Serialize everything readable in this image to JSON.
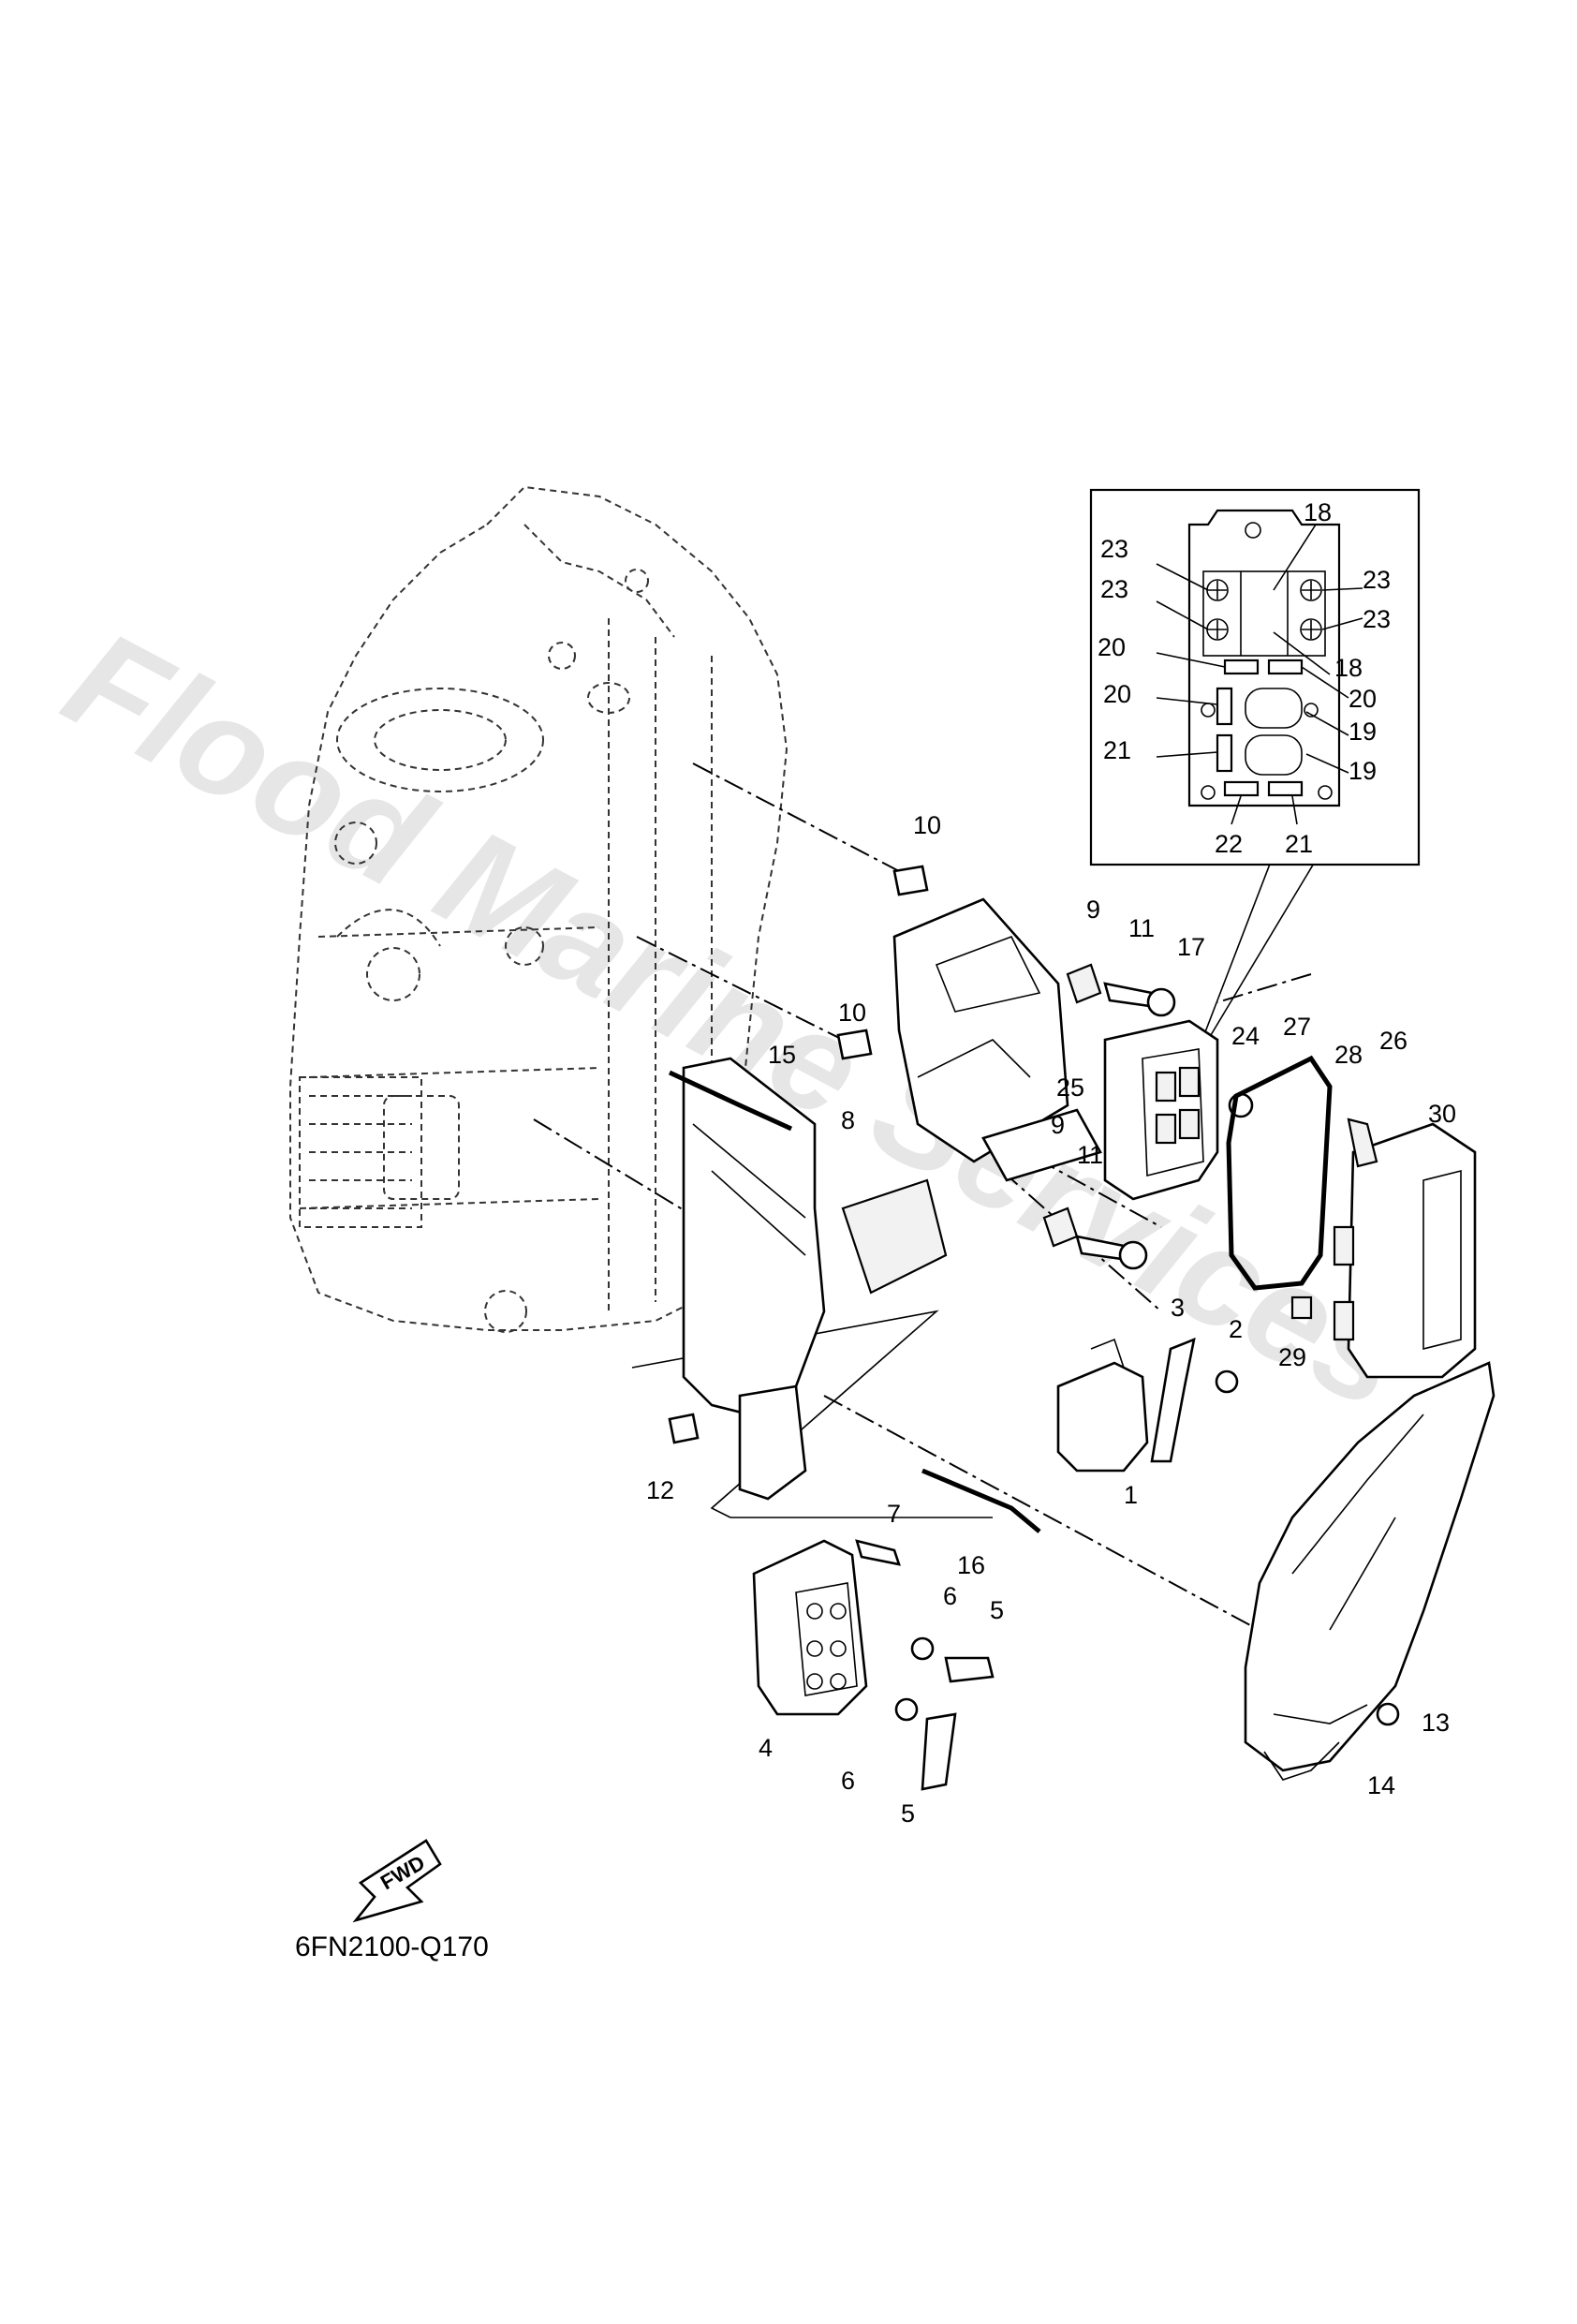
{
  "watermark": "Flood Marine Services",
  "diagram_code": "6FN2100-Q170",
  "fwd_label": "FWD",
  "callouts": {
    "c1": "1",
    "c2": "2",
    "c3": "3",
    "c4": "4",
    "c5a": "5",
    "c5b": "5",
    "c6a": "6",
    "c6b": "6",
    "c7": "7",
    "c8": "8",
    "c9a": "9",
    "c9b": "9",
    "c10a": "10",
    "c10b": "10",
    "c11a": "11",
    "c11b": "11",
    "c12": "12",
    "c13": "13",
    "c14": "14",
    "c15": "15",
    "c16": "16",
    "c17": "17",
    "c18a": "18",
    "c18b": "18",
    "c19a": "19",
    "c19b": "19",
    "c20a": "20",
    "c20b": "20",
    "c20c": "20",
    "c21a": "21",
    "c21b": "21",
    "c22": "22",
    "c23a": "23",
    "c23b": "23",
    "c23c": "23",
    "c23d": "23",
    "c24": "24",
    "c25": "25",
    "c26": "26",
    "c27": "27",
    "c28": "28",
    "c29": "29",
    "c30": "30"
  }
}
